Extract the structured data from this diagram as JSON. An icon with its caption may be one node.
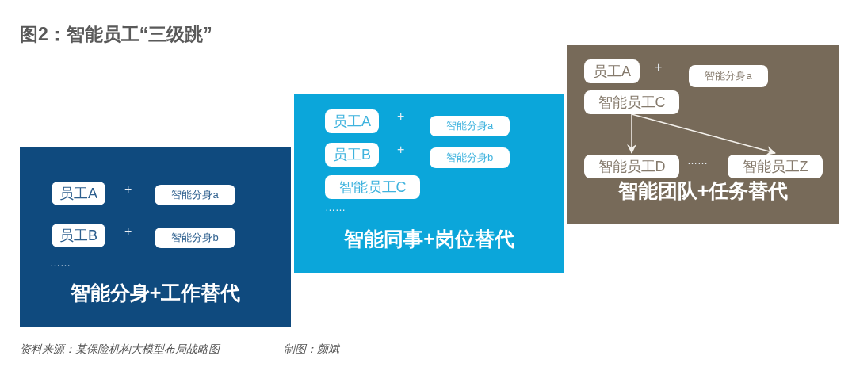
{
  "diagram": {
    "title": "图2：智能员工“三级跳”",
    "caption": "资料来源：某保险机构大模型布局战略图",
    "nodes": [
      {
        "text": [
          "智能分身+工作替代"
        ]
      },
      {
        "text": [
          "员工A"
        ],
        "in": 0
      },
      {
        "text": [
          "智能分身a"
        ],
        "in": 0
      },
      {
        "text": [
          "员工B"
        ],
        "in": 0
      },
      {
        "text": [
          "智能分身b"
        ],
        "in": 0
      },
      {
        "text": [
          "智能同事+岗位替代"
        ]
      },
      {
        "text": [
          "员工A"
        ],
        "in": 5
      },
      {
        "text": [
          "智能分身a"
        ],
        "in": 5
      },
      {
        "text": [
          "员工B"
        ],
        "in": 5
      },
      {
        "text": [
          "智能分身b"
        ],
        "in": 5
      },
      {
        "text": [
          "智能员工C"
        ],
        "in": 5
      },
      {
        "text": [
          "智能团队+任务替代"
        ]
      },
      {
        "text": [
          "员工A"
        ],
        "in": 11
      },
      {
        "text": [
          "智能分身a"
        ],
        "in": 11
      },
      {
        "text": [
          "智能员工C"
        ],
        "in": 11
      },
      {
        "text": [
          "智能员工D"
        ],
        "in": 11
      },
      {
        "text": [
          "智能员工Z"
        ],
        "in": 11
      }
    ],
    "edges": [
      {
        "from": 14,
        "to": 15,
        "arrow": "to"
      },
      {
        "from": 14,
        "to": 16,
        "arrow": "to"
      }
    ],
    "labels": [
      "+",
      "+",
      "……",
      "+",
      "+",
      "……",
      "+",
      "……",
      "制图：颜斌"
    ]
  }
}
